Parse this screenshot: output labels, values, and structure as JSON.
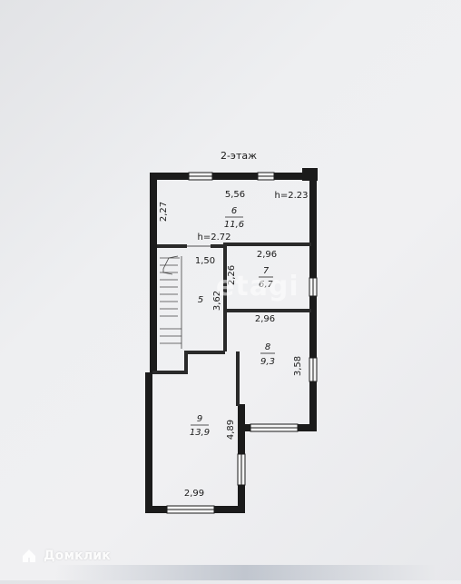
{
  "floor_label": "2-этаж",
  "rooms": [
    {
      "number": "6",
      "area": "11,6"
    },
    {
      "number": "7",
      "area": "6,7"
    },
    {
      "number": "8",
      "area": "9,3"
    },
    {
      "number": "9",
      "area": "13,9"
    },
    {
      "number": "5",
      "area": ""
    }
  ],
  "dimensions": {
    "top_width": "5,56",
    "top_height_mark": "h=2.23",
    "left_height": "2,27",
    "room6_lower_height_mark": "h=2.72",
    "room7_width_top": "2,96",
    "room7_height": "2,26",
    "stair_width": "1,50",
    "stair_height": "3,62",
    "room8_width_top": "2,96",
    "room8_height": "3,58",
    "room9_height": "4,89",
    "room9_width": "2,99"
  },
  "watermark": {
    "brand": "Домклик",
    "center_text": "etagi"
  },
  "colors": {
    "wall": "#1b1b1b",
    "paper": "#eeeff1"
  }
}
